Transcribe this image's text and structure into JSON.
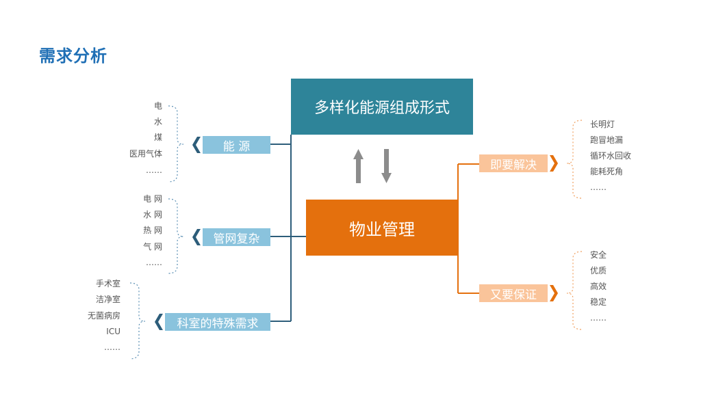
{
  "title": "需求分析",
  "colors": {
    "title": "#1f6fb5",
    "teal": "#2e8499",
    "light_blue": "#8ac3dd",
    "dark_blue": "#2d5d7a",
    "orange": "#e4700d",
    "light_orange": "#fac49a",
    "gray_arrow": "#8c8c8c"
  },
  "center": {
    "top_label": "多样化能源组成形式",
    "bottom_label": "物业管理"
  },
  "left_groups": [
    {
      "label": "能 源",
      "items": [
        "电",
        "水",
        "煤",
        "医用气体",
        "……"
      ]
    },
    {
      "label": "管网复杂",
      "items": [
        "电 网",
        "水 网",
        "热 网",
        "气 网",
        "……"
      ]
    },
    {
      "label": "科室的特殊需求",
      "items": [
        "手术室",
        "洁净室",
        "无菌病房",
        "ICU",
        "……"
      ]
    }
  ],
  "right_groups": [
    {
      "label": "即要解决",
      "items": [
        "长明灯",
        "跑冒地漏",
        "循环水回收",
        "能耗死角",
        "……"
      ]
    },
    {
      "label": "又要保证",
      "items": [
        "安全",
        "优质",
        "高效",
        "稳定",
        "……"
      ]
    }
  ]
}
